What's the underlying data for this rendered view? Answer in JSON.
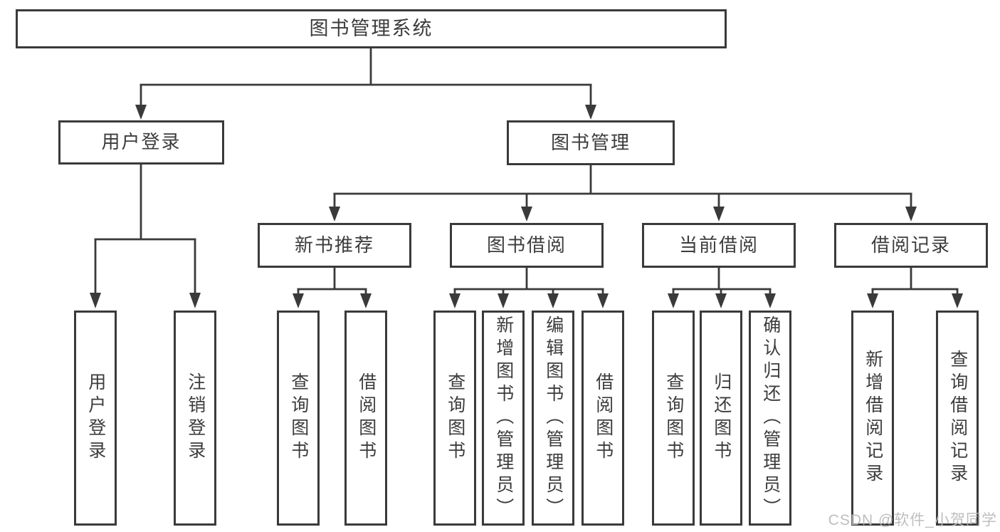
{
  "diagram": {
    "root": {
      "label": "图书管理系统"
    },
    "level2": [
      {
        "id": "user-login",
        "label": "用户登录",
        "children": [
          {
            "label": "用户登录"
          },
          {
            "label": "注销登录"
          }
        ]
      },
      {
        "id": "book-management",
        "label": "图书管理",
        "sections": [
          {
            "label": "新书推荐",
            "children": [
              {
                "label": "查询图书"
              },
              {
                "label": "借阅图书"
              }
            ]
          },
          {
            "label": "图书借阅",
            "children": [
              {
                "label": "查询图书"
              },
              {
                "label": "新增图书（管理员）"
              },
              {
                "label": "编辑图书（管理员）"
              },
              {
                "label": "借阅图书"
              }
            ]
          },
          {
            "label": "当前借阅",
            "children": [
              {
                "label": "查询图书"
              },
              {
                "label": "归还图书"
              },
              {
                "label": "确认归还（管理员）"
              }
            ]
          },
          {
            "label": "借阅记录",
            "children": [
              {
                "label": "新增借阅记录"
              },
              {
                "label": "查询借阅记录"
              }
            ]
          }
        ]
      }
    ]
  },
  "watermark": {
    "text": "CSDN @软件_小贺同学"
  },
  "colors": {
    "line": "#3a3a3a",
    "text": "#3c3c3c",
    "background": "#ffffff",
    "watermark": "#b9b9b9"
  }
}
